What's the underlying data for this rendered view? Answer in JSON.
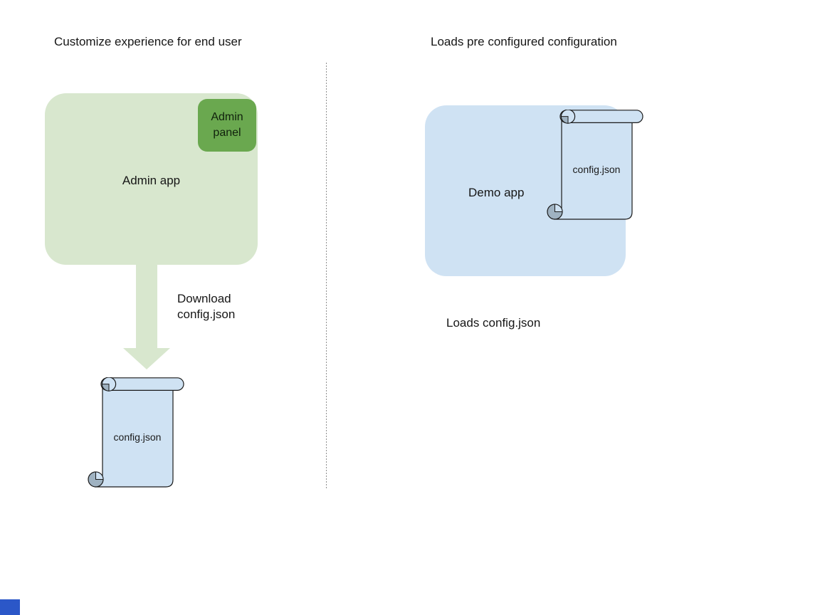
{
  "left": {
    "title": "Customize experience for end user",
    "admin_app_label": "Admin app",
    "admin_panel_label": "Admin panel",
    "download_line1": "Download",
    "download_line2": "config.json",
    "config_label": "config.json"
  },
  "right": {
    "title": "Loads pre configured configuration",
    "demo_app_label": "Demo app",
    "config_label": "config.json",
    "caption": "Loads config.json"
  },
  "colors": {
    "app_light_green": "#d8e7ce",
    "panel_dark_green": "#6aa84f",
    "app_light_blue": "#cfe2f3",
    "scroll_fill_blue": "#cfe2f3",
    "scroll_curl_gray": "#9fb2c1",
    "divider_gray": "#8f8f8f",
    "corner_marker_blue": "#2b57c8",
    "text": "#161616"
  }
}
